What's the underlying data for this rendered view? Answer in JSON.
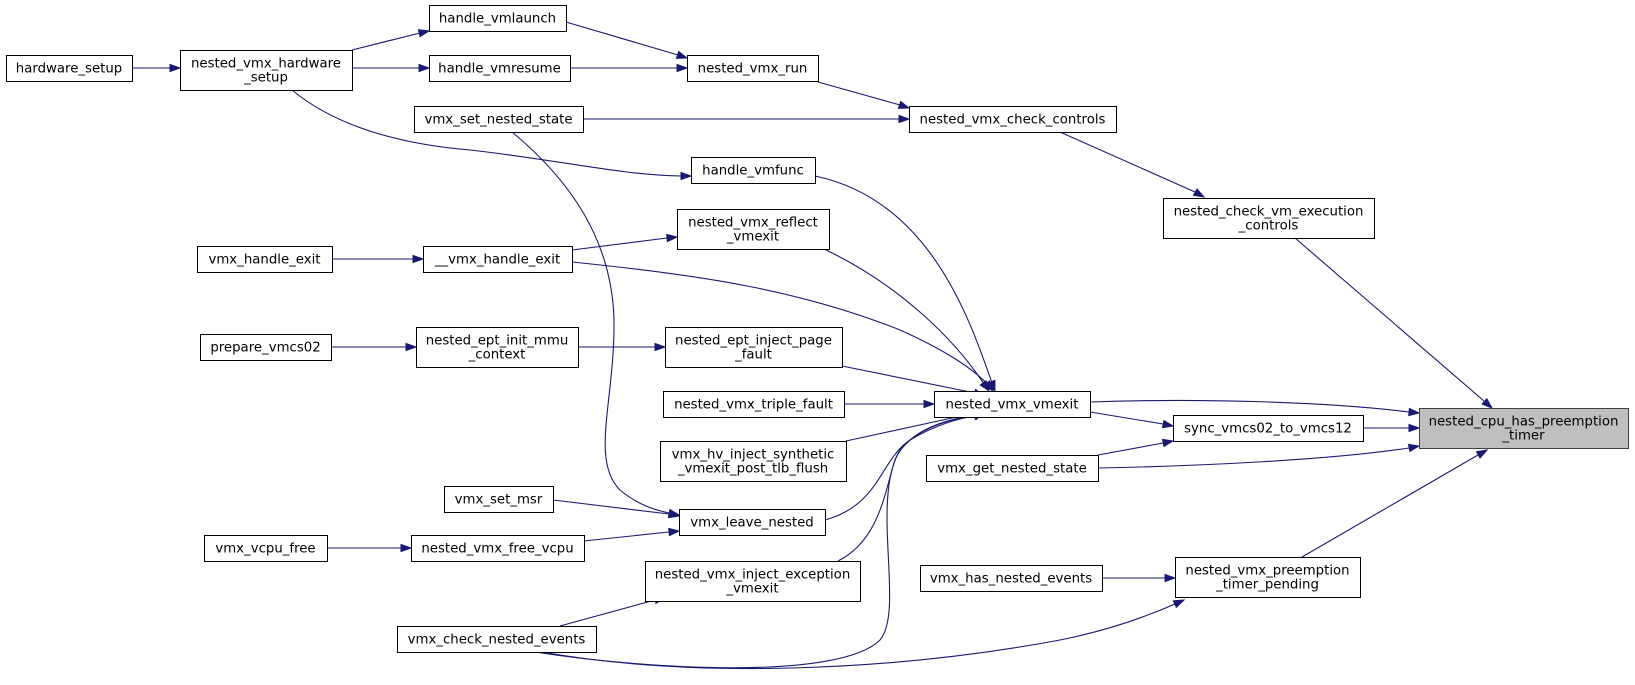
{
  "graph": {
    "edge_color": "#191970",
    "root_fill": "#bfbfbf",
    "node_fill": "#ffffff",
    "nodes": {
      "hardware_setup": [
        "hardware_setup"
      ],
      "nested_vmx_hardware_setup": [
        "nested_vmx_hardware",
        "_setup"
      ],
      "handle_vmlaunch": [
        "handle_vmlaunch"
      ],
      "handle_vmresume": [
        "handle_vmresume"
      ],
      "nested_vmx_run": [
        "nested_vmx_run"
      ],
      "vmx_set_nested_state": [
        "vmx_set_nested_state"
      ],
      "nested_vmx_check_controls": [
        "nested_vmx_check_controls"
      ],
      "handle_vmfunc": [
        "handle_vmfunc"
      ],
      "nested_check_vm_execution_controls": [
        "nested_check_vm_execution",
        "_controls"
      ],
      "nested_vmx_reflect_vmexit": [
        "nested_vmx_reflect",
        "_vmexit"
      ],
      "vmx_handle_exit": [
        "vmx_handle_exit"
      ],
      "__vmx_handle_exit": [
        "__vmx_handle_exit"
      ],
      "prepare_vmcs02": [
        "prepare_vmcs02"
      ],
      "nested_ept_init_mmu_context": [
        "nested_ept_init_mmu",
        "_context"
      ],
      "nested_ept_inject_page_fault": [
        "nested_ept_inject_page",
        "_fault"
      ],
      "nested_vmx_triple_fault": [
        "nested_vmx_triple_fault"
      ],
      "nested_vmx_vmexit": [
        "nested_vmx_vmexit"
      ],
      "vmx_hv_inject_synthetic_vmexit_post_tlb_flush": [
        "vmx_hv_inject_synthetic",
        "_vmexit_post_tlb_flush"
      ],
      "sync_vmcs02_to_vmcs12": [
        "sync_vmcs02_to_vmcs12"
      ],
      "nested_cpu_has_preemption_timer": [
        "nested_cpu_has_preemption",
        "_timer"
      ],
      "vmx_get_nested_state": [
        "vmx_get_nested_state"
      ],
      "vmx_set_msr": [
        "vmx_set_msr"
      ],
      "vmx_leave_nested": [
        "vmx_leave_nested"
      ],
      "vmx_vcpu_free": [
        "vmx_vcpu_free"
      ],
      "nested_vmx_free_vcpu": [
        "nested_vmx_free_vcpu"
      ],
      "nested_vmx_inject_exception_vmexit": [
        "nested_vmx_inject_exception",
        "_vmexit"
      ],
      "vmx_has_nested_events": [
        "vmx_has_nested_events"
      ],
      "nested_vmx_preemption_timer_pending": [
        "nested_vmx_preemption",
        "_timer_pending"
      ],
      "vmx_check_nested_events": [
        "vmx_check_nested_events"
      ]
    },
    "edges": [
      [
        "hardware_setup",
        "nested_vmx_hardware_setup"
      ],
      [
        "nested_vmx_hardware_setup",
        "handle_vmlaunch"
      ],
      [
        "nested_vmx_hardware_setup",
        "handle_vmresume"
      ],
      [
        "nested_vmx_hardware_setup",
        "handle_vmfunc"
      ],
      [
        "handle_vmlaunch",
        "nested_vmx_run"
      ],
      [
        "handle_vmresume",
        "nested_vmx_run"
      ],
      [
        "nested_vmx_run",
        "nested_vmx_check_controls"
      ],
      [
        "vmx_set_nested_state",
        "nested_vmx_check_controls"
      ],
      [
        "vmx_set_nested_state",
        "vmx_leave_nested"
      ],
      [
        "nested_vmx_check_controls",
        "nested_check_vm_execution_controls"
      ],
      [
        "nested_check_vm_execution_controls",
        "nested_cpu_has_preemption_timer"
      ],
      [
        "handle_vmfunc",
        "nested_vmx_vmexit"
      ],
      [
        "vmx_handle_exit",
        "__vmx_handle_exit"
      ],
      [
        "__vmx_handle_exit",
        "nested_vmx_reflect_vmexit"
      ],
      [
        "__vmx_handle_exit",
        "nested_vmx_vmexit"
      ],
      [
        "nested_vmx_reflect_vmexit",
        "nested_vmx_vmexit"
      ],
      [
        "prepare_vmcs02",
        "nested_ept_init_mmu_context"
      ],
      [
        "nested_ept_init_mmu_context",
        "nested_ept_inject_page_fault"
      ],
      [
        "nested_ept_inject_page_fault",
        "nested_vmx_vmexit"
      ],
      [
        "nested_vmx_triple_fault",
        "nested_vmx_vmexit"
      ],
      [
        "vmx_hv_inject_synthetic_vmexit_post_tlb_flush",
        "nested_vmx_vmexit"
      ],
      [
        "vmx_leave_nested",
        "nested_vmx_vmexit"
      ],
      [
        "nested_vmx_inject_exception_vmexit",
        "nested_vmx_vmexit"
      ],
      [
        "vmx_check_nested_events",
        "nested_vmx_vmexit"
      ],
      [
        "nested_vmx_vmexit",
        "nested_cpu_has_preemption_timer"
      ],
      [
        "nested_vmx_vmexit",
        "sync_vmcs02_to_vmcs12"
      ],
      [
        "sync_vmcs02_to_vmcs12",
        "nested_cpu_has_preemption_timer"
      ],
      [
        "vmx_get_nested_state",
        "sync_vmcs02_to_vmcs12"
      ],
      [
        "vmx_get_nested_state",
        "nested_cpu_has_preemption_timer"
      ],
      [
        "vmx_set_msr",
        "vmx_leave_nested"
      ],
      [
        "vmx_vcpu_free",
        "nested_vmx_free_vcpu"
      ],
      [
        "nested_vmx_free_vcpu",
        "vmx_leave_nested"
      ],
      [
        "vmx_check_nested_events",
        "nested_vmx_inject_exception_vmexit"
      ],
      [
        "vmx_check_nested_events",
        "nested_vmx_preemption_timer_pending"
      ],
      [
        "vmx_has_nested_events",
        "nested_vmx_preemption_timer_pending"
      ],
      [
        "nested_vmx_preemption_timer_pending",
        "nested_cpu_has_preemption_timer"
      ]
    ]
  }
}
